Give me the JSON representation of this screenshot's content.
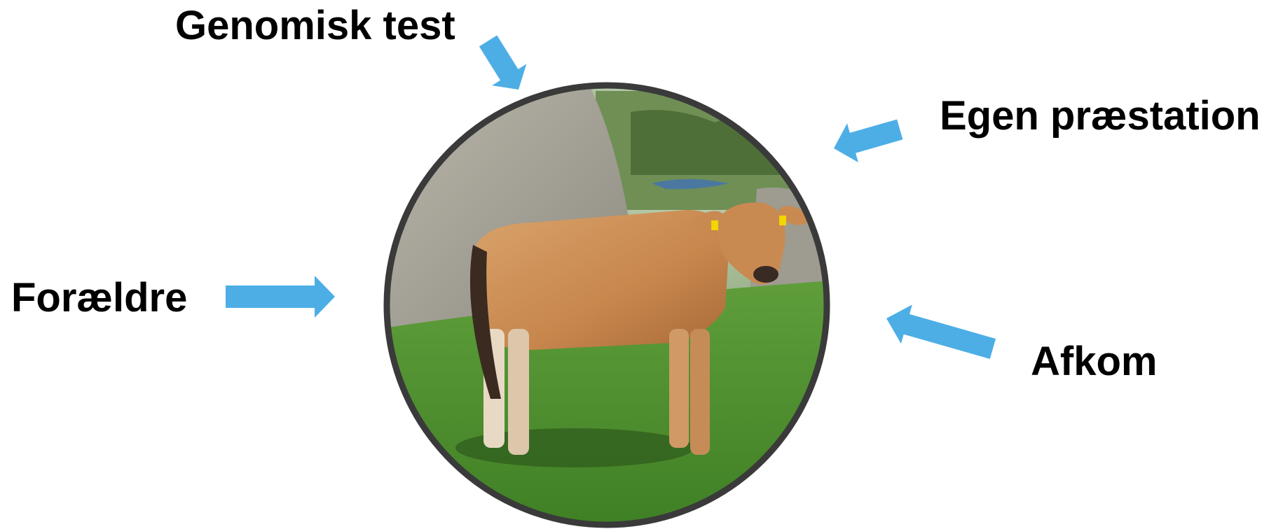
{
  "labels": {
    "genomic_test": "Genomisk test",
    "own_performance": "Egen præstation",
    "parents": "Forældre",
    "offspring": "Afkom"
  },
  "colors": {
    "arrow": "#4DAEE6",
    "ring": "#3A3A3A",
    "text": "#000000"
  },
  "image": {
    "subject": "cow-photo"
  }
}
